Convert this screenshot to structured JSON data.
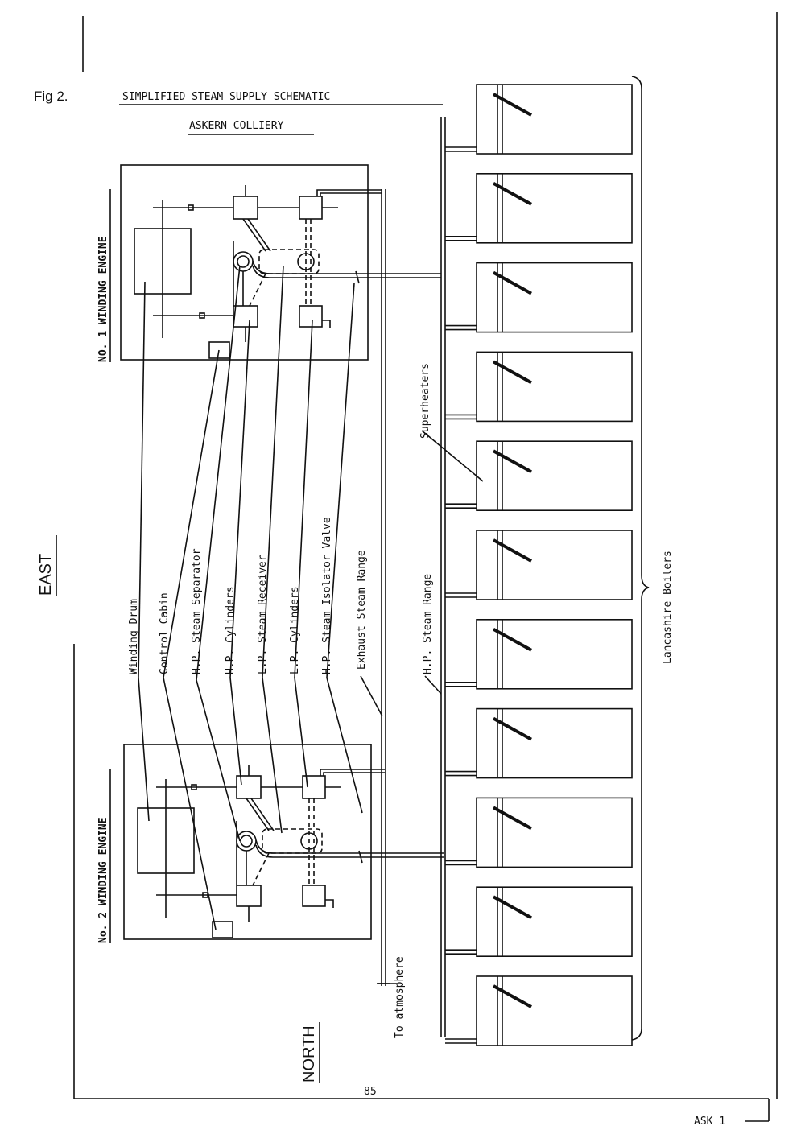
{
  "figure": {
    "fig_label": "Fig 2.",
    "title": "SIMPLIFIED STEAM SUPPLY SCHEMATIC",
    "subtitle": "ASKERN COLLIERY",
    "page_number": "85",
    "page_ref": "ASK 1"
  },
  "orientation": {
    "east": "EAST",
    "north": "NORTH"
  },
  "engines": {
    "no1": "NO. 1 WINDING ENGINE",
    "no2": "No. 2 WINDING ENGINE"
  },
  "labels": {
    "winding_drum": "Winding Drum",
    "control_cabin": "Control Cabin",
    "hp_steam_separator": "H.P. Steam Separator",
    "hp_cylinders": "H.P. Cylinders",
    "lp_steam_receiver": "L.P. Steam Receiver",
    "lp_cylinders": "L.P. Cylinders",
    "hp_steam_isolator_valve": "H.P. Steam Isolator Valve",
    "exhaust_steam_range": "Exhaust Steam Range",
    "hp_steam_range": "H.P. Steam Range",
    "superheaters": "Superheaters",
    "to_atmosphere": "To atmosphere",
    "lancashire_boilers": "Lancashire Boilers"
  },
  "boiler_count": 11
}
